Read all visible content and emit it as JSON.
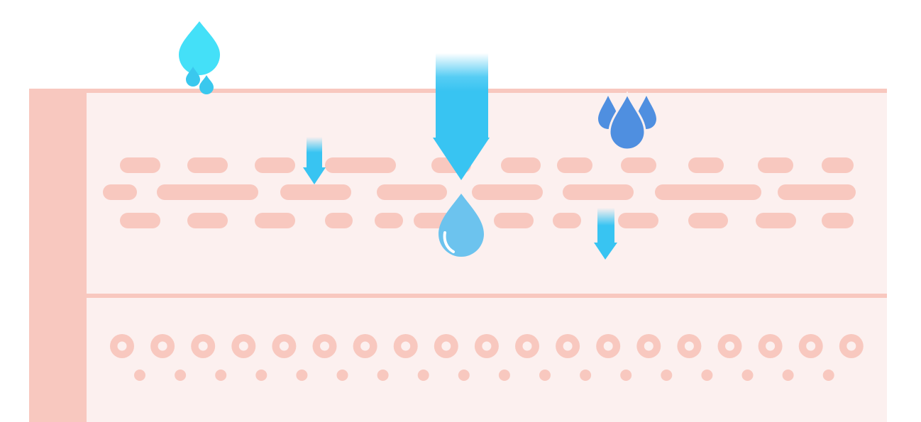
{
  "colors": {
    "background": "#ffffff",
    "skin_fill": "#fcf0ef",
    "skin_edge": "#f8c8bf",
    "cell": "#f8c8bf",
    "cell_core": "#fcf0ef",
    "droplet_cyan": "#44e0f8",
    "droplet_light_blue": "#6cc3ee",
    "droplet_blue": "#4f8fe0",
    "arrow_blue": "#38c4f2"
  },
  "layers": [
    "skin-surface",
    "epidermis",
    "dermis"
  ],
  "icons": {
    "surface_droplets": "water-drop-icon",
    "absorption_arrows": "arrow-down-icon",
    "absorbed_drop": "water-drop-icon",
    "drop_cluster": "water-drops-icon"
  }
}
